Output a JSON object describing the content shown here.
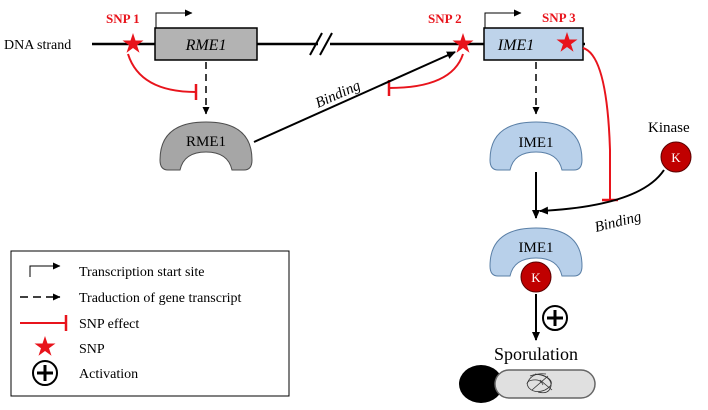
{
  "labels": {
    "dna_strand": "DNA strand",
    "snp1": "SNP 1",
    "snp2": "SNP 2",
    "snp3": "SNP 3",
    "gene_rme1": "RME1",
    "gene_ime1": "IME1",
    "protein_rme1": "RME1",
    "protein_ime1": "IME1",
    "complex_ime1": "IME1",
    "kinase_title": "Kinase",
    "kinase_letter": "K",
    "complex_k_letter": "K",
    "binding_left": "Binding",
    "binding_right": "Binding",
    "sporulation": "Sporulation"
  },
  "legend": {
    "items": [
      {
        "key": "tss",
        "label": "Transcription start site"
      },
      {
        "key": "traduction",
        "label": "Traduction of gene transcript"
      },
      {
        "key": "snp_effect",
        "label": "SNP effect"
      },
      {
        "key": "snp",
        "label": "SNP"
      },
      {
        "key": "activation",
        "label": "Activation"
      }
    ]
  },
  "colors": {
    "line": "#000000",
    "snp_red": "#e8141c",
    "effect_red": "#e8141c",
    "rme1_box": "#b3b3b3",
    "ime1_box": "#bed3ea",
    "rme1_protein": "#a6a6a6",
    "ime1_protein": "#b8d0ea",
    "kinase_fill": "#c00000"
  }
}
